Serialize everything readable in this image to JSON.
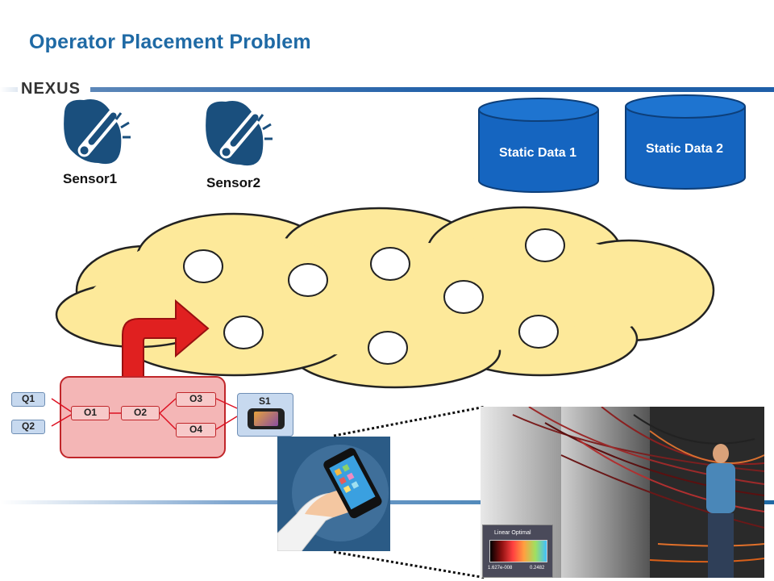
{
  "slide": {
    "title": "Operator Placement Problem",
    "logo_text": "NEXUS"
  },
  "sensors": [
    {
      "label": "Sensor1",
      "icon": "thermometer-hand-icon"
    },
    {
      "label": "Sensor2",
      "icon": "thermometer-hand-icon"
    }
  ],
  "data_stores": [
    {
      "label": "Static Data 1"
    },
    {
      "label": "Static Data 2"
    }
  ],
  "operator_graph": {
    "queries": [
      "Q1",
      "Q2"
    ],
    "operators": [
      "O1",
      "O2",
      "O3",
      "O4"
    ],
    "sink": "S1"
  },
  "visualization": {
    "legend_title": "Linear Optimal",
    "legend_min": "1.627e-008",
    "legend_max": "0.2482"
  },
  "colors": {
    "title": "#1f6aa5",
    "cloud": "#fde99a",
    "cylinder": "#1565c0",
    "operator_group": "#f4b6b6",
    "arrow": "#e02020"
  }
}
